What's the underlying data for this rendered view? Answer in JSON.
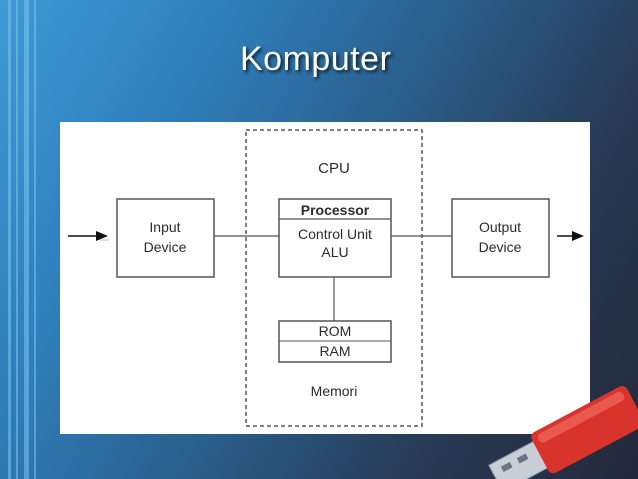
{
  "slide": {
    "title": "Komputer"
  },
  "diagram": {
    "cpu_label": "CPU",
    "input_device": [
      "Input",
      "Device"
    ],
    "output_device": [
      "Output",
      "Device"
    ],
    "processor": {
      "title": "Processor",
      "lines": [
        "Control Unit",
        "ALU"
      ]
    },
    "memory_box": [
      "ROM",
      "RAM"
    ],
    "memory_label": "Memori"
  },
  "colors": {
    "background_light": "#3d9ad6",
    "background_dark": "#23283a",
    "usb_drive": "#d9342b"
  },
  "decorations": {
    "usb_drive_icon": "usb-flash-drive-icon"
  }
}
